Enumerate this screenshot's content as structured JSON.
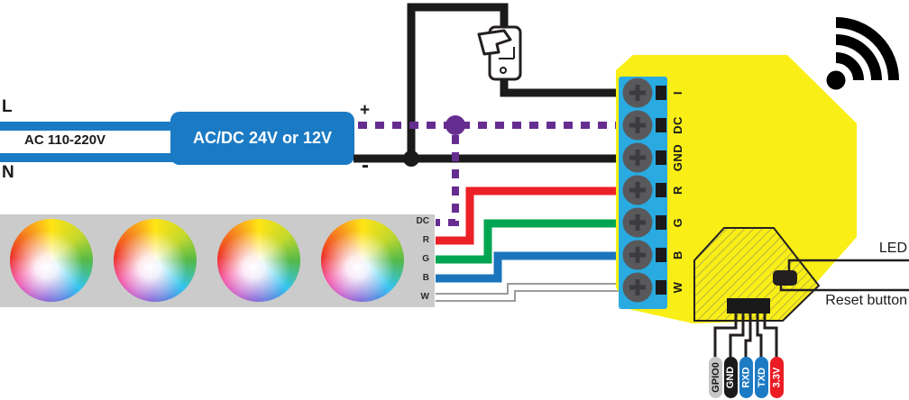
{
  "power": {
    "line_label": "L",
    "neutral_label": "N",
    "mains_label": "AC 110-220V",
    "converter_label": "AC/DC 24V or 12V",
    "dc_plus_label": "+",
    "dc_minus_label": "-"
  },
  "controller": {
    "terminals": [
      "I",
      "DC",
      "GND",
      "R",
      "G",
      "B",
      "W"
    ],
    "led_label": "LED",
    "reset_label": "Reset button",
    "programming_pins": [
      {
        "label": "GPIO0",
        "color": "#c6c6c6",
        "text_color": "#1a1a1a"
      },
      {
        "label": "GND",
        "color": "#1a1a1a",
        "text_color": "#ffffff"
      },
      {
        "label": "RXD",
        "color": "#1d7bc4",
        "text_color": "#ffffff"
      },
      {
        "label": "TXD",
        "color": "#1d7bc4",
        "text_color": "#ffffff"
      },
      {
        "label": "3.3V",
        "color": "#ec1c24",
        "text_color": "#ffffff"
      }
    ]
  },
  "led_strip": {
    "pins": [
      "DC",
      "R",
      "G",
      "B",
      "W"
    ]
  },
  "icons": {
    "wifi": "wifi-icon",
    "switch": "light-switch-icon"
  },
  "colors": {
    "converter_blue": "#1b7ac4",
    "terminal_block_blue": "#29aae1",
    "device_yellow": "#f9ee16",
    "wire_black": "#1a1a1a",
    "wire_purple": "#662d91",
    "wire_red": "#ec2027",
    "wire_green": "#00a551",
    "wire_blue": "#1b75bc",
    "strip_gray": "#cbcbcb"
  }
}
